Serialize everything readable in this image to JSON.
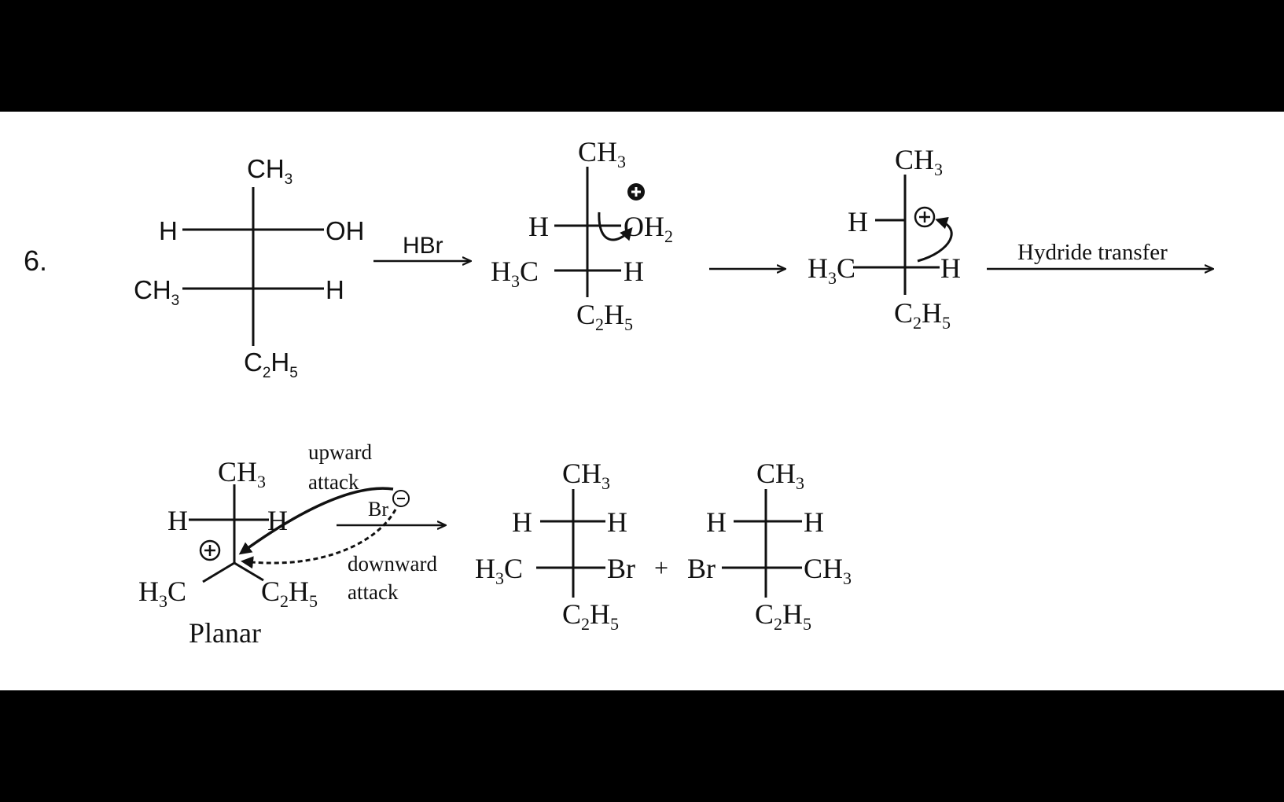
{
  "problem_number": "6.",
  "reagent": "HBr",
  "step_label": "Hydride transfer",
  "labels": {
    "ch3": "CH",
    "sub3": "3",
    "c2h5_c": "C",
    "c2h5_h": "H",
    "sub2": "2",
    "sub5": "5",
    "h": "H",
    "oh": "OH",
    "h3c_h": "H",
    "h3c_c": "C",
    "oh2": "OH",
    "br": "Br",
    "plus_charge": "+",
    "minus_charge": "−",
    "plus_sign": "+"
  },
  "intermediate": {
    "geometry": "Planar",
    "upward": "upward",
    "downward": "downward",
    "attack": "attack"
  },
  "colors": {
    "background": "#000000",
    "panel": "#ffffff",
    "ink": "#111111"
  }
}
